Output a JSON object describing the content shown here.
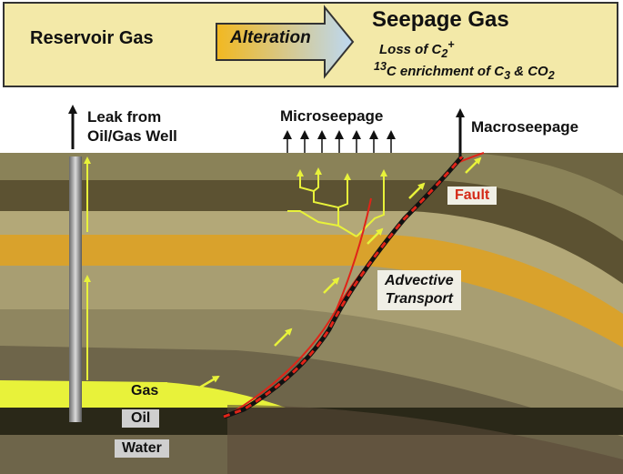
{
  "banner": {
    "left_label": "Reservoir Gas",
    "process_label": "Alteration",
    "right_title": "Seepage Gas",
    "line1": {
      "text": "Loss of C",
      "sub": "2",
      "tail": "+"
    },
    "line2": {
      "sup": "13",
      "text": "C enrichment of C",
      "sub1": "3",
      "mid": " & CO",
      "sub2": "2"
    }
  },
  "labels": {
    "leak_line1": "Leak from",
    "leak_line2": "Oil/Gas Well",
    "microseepage": "Microseepage",
    "macroseepage": "Macroseepage",
    "fault": "Fault",
    "advective_line1": "Advective",
    "advective_line2": "Transport",
    "gas": "Gas",
    "oil": "Oil",
    "water": "Water"
  },
  "colors": {
    "banner_bg": "#f3e9a8",
    "arrow_gradient_start": "#f2b820",
    "arrow_gradient_end": "#bcd8f2",
    "gas_yellow": "#e8f23a",
    "oil_band": "#2a2818",
    "water_band": "#3a3a70",
    "orange_layer": "#d9a22c",
    "fault_red": "#e02418",
    "migration_arrow": "#e8f23a"
  }
}
